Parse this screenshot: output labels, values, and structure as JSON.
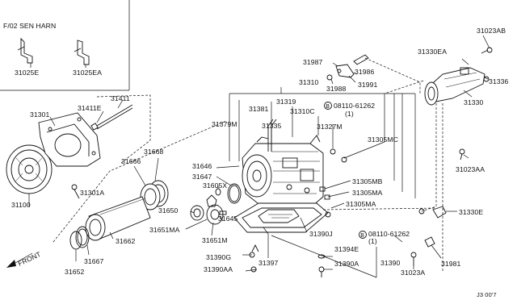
{
  "inset": {
    "title": "F/02 SEN HARN",
    "labels": {
      "p31025E": "31025E",
      "p31025EA": "31025EA"
    }
  },
  "parts": {
    "p31023AB": "31023AB",
    "p31330EA": "31330EA",
    "p31987": "31987",
    "p31986": "31986",
    "p31988": "31988",
    "p31991": "31991",
    "p31336": "31336",
    "p31330": "31330",
    "p31310": "31310",
    "p31381": "31381",
    "p31319": "31319",
    "p31310C": "31310C",
    "p08110a": "08110-61262",
    "p08110a_qty": "(1)",
    "p31379M": "31379M",
    "p31335": "31335",
    "p31327M": "31327M",
    "p31305MC": "31305MC",
    "p31411": "31411",
    "p31411E": "31411E",
    "p31301": "31301",
    "p31668": "31668",
    "p31666": "31666",
    "p31646": "31646",
    "p31647": "31647",
    "p31605X": "31605X",
    "p31305MB": "31305MB",
    "p31305MA": "31305MA",
    "p31305MA2": "31305MA",
    "p31023AA": "31023AA",
    "p31301A": "31301A",
    "p31100": "31100",
    "p31650": "31650",
    "p31645": "31645",
    "p31651MA": "31651MA",
    "p31651M": "31651M",
    "p31662": "31662",
    "p31390J": "31390J",
    "p08110b": "08110-61262",
    "p08110b_qty": "(1)",
    "p31330E": "31330E",
    "p31394E": "31394E",
    "p31390G": "31390G",
    "p31397": "31397",
    "p31390": "31390",
    "p31390A": "31390A",
    "p31390AA": "31390AA",
    "p31023A": "31023A",
    "p31981": "31981",
    "p31667": "31667",
    "p31652": "31652"
  },
  "front_label": "FRONT",
  "bolt_marker": "B",
  "footer_code": "J3  00'7"
}
